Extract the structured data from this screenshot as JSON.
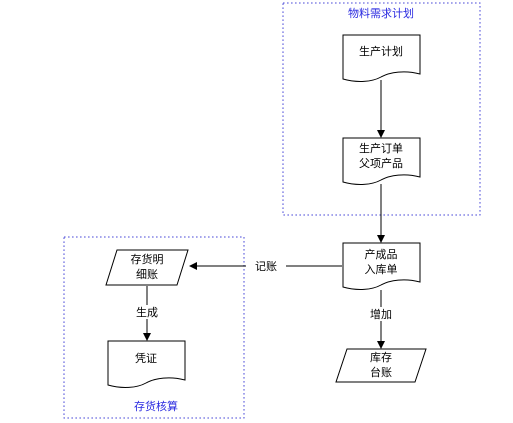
{
  "groups": {
    "mrp": {
      "title": "物料需求计划"
    },
    "inventory_accounting": {
      "title": "存货核算"
    }
  },
  "nodes": {
    "production_plan": {
      "lines": [
        "生产计划"
      ]
    },
    "production_order": {
      "lines": [
        "生产订单",
        "父项产品"
      ]
    },
    "finished_goods_receipt": {
      "lines": [
        "产成品",
        "入库单"
      ]
    },
    "inventory_detail_ledger": {
      "lines": [
        "存货明",
        "细账"
      ]
    },
    "voucher": {
      "lines": [
        "凭证"
      ]
    },
    "stock_ledger": {
      "lines": [
        "库存",
        "台账"
      ]
    }
  },
  "edges": {
    "post_to_ledger": {
      "label": "记账"
    },
    "generate_voucher": {
      "label": "生成"
    },
    "increase_stock": {
      "label": "增加"
    }
  }
}
